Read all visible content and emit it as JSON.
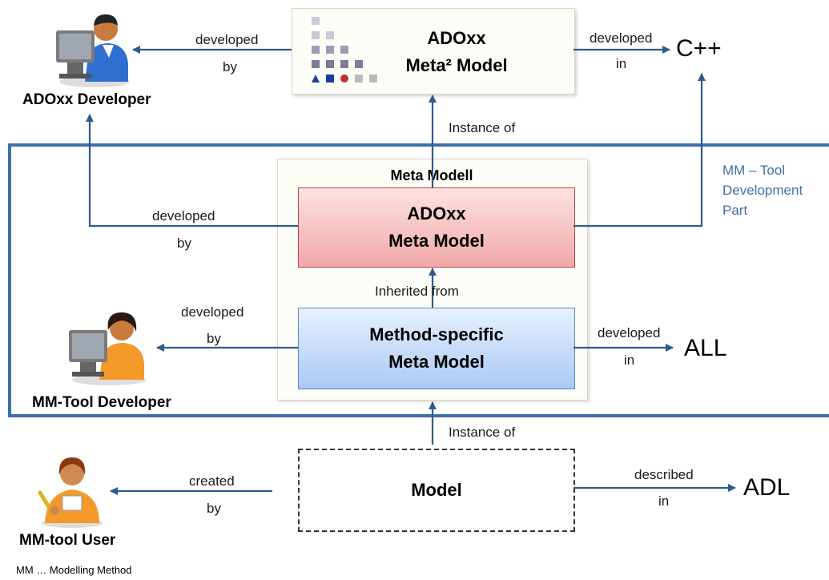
{
  "nodes": {
    "meta2_model": "ADOxx\nMeta² Model",
    "meta2_line1": "ADOxx",
    "meta2_line2": "Meta² Model",
    "meta_modell_title": "Meta Modell",
    "adoxx_mm_line1": "ADOxx",
    "adoxx_mm_line2": "Meta Model",
    "method_mm_line1": "Method-specific",
    "method_mm_line2": "Meta Model",
    "model": "Model"
  },
  "roles": {
    "adoxx_developer": "ADOxx Developer",
    "mm_tool_developer": "MM-Tool Developer",
    "mm_tool_user": "MM-tool User"
  },
  "languages": {
    "cpp": "C++",
    "all": "ALL",
    "adl": "ADL"
  },
  "edge_labels": {
    "developed": "developed",
    "by": "by",
    "in": "in",
    "created": "created",
    "described": "described",
    "instance_of": "Instance of",
    "inherited_from": "Inherited from"
  },
  "region": {
    "line1": "MM – Tool",
    "line2": "Development",
    "line3": "Part"
  },
  "footnote": "MM … Modelling Method",
  "colors": {
    "arrow": "#2e5a8c",
    "region_border": "#3f6fa8",
    "region_label": "#3f6fa8"
  }
}
